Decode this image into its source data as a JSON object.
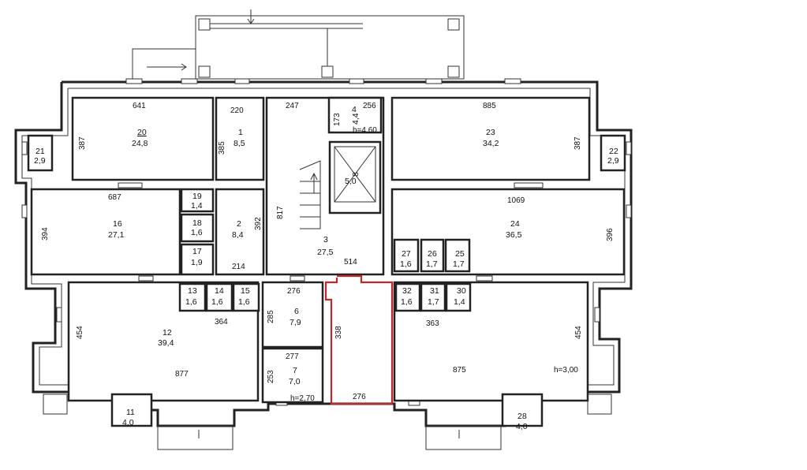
{
  "rooms": [
    {
      "id": "20",
      "area": "24,8",
      "w": "641",
      "h": "387"
    },
    {
      "id": "1",
      "area": "8,5",
      "w": "220",
      "h": "385"
    },
    {
      "id": "3",
      "area": "27,5",
      "w": "247",
      "h": "817",
      "w2": "514",
      "h2": "392",
      "w3": "214"
    },
    {
      "id": "4",
      "area": "4,4",
      "w": "256",
      "h": "173",
      "height": "h=4,60"
    },
    {
      "id": "8",
      "area": "5,0"
    },
    {
      "id": "23",
      "area": "34,2",
      "w": "885",
      "h": "387"
    },
    {
      "id": "21",
      "area": "2,9"
    },
    {
      "id": "22",
      "area": "2,9"
    },
    {
      "id": "16",
      "area": "27,1",
      "w": "687",
      "h": "394"
    },
    {
      "id": "19",
      "area": "1,4"
    },
    {
      "id": "18",
      "area": "1,6"
    },
    {
      "id": "17",
      "area": "1,9"
    },
    {
      "id": "2",
      "area": "8,4"
    },
    {
      "id": "24",
      "area": "36,5",
      "w": "1069",
      "h": "396"
    },
    {
      "id": "27",
      "area": "1,6"
    },
    {
      "id": "26",
      "area": "1,7"
    },
    {
      "id": "25",
      "area": "1,7"
    },
    {
      "id": "13",
      "area": "1,6"
    },
    {
      "id": "14",
      "area": "1,6"
    },
    {
      "id": "15",
      "area": "1,6"
    },
    {
      "id": "12",
      "area": "39,4",
      "w": "877",
      "h": "454",
      "w2": "364"
    },
    {
      "id": "6",
      "area": "7,9",
      "w": "276",
      "h": "285"
    },
    {
      "id": "7",
      "area": "7,0",
      "w": "277",
      "h": "253",
      "height": "h=2,70"
    },
    {
      "id": "32",
      "area": "1,6"
    },
    {
      "id": "31",
      "area": "1,7"
    },
    {
      "id": "30",
      "area": "1,4"
    },
    {
      "id": "highlight",
      "w": "276",
      "h": "338"
    },
    {
      "id": "right-low",
      "w": "875",
      "h": "454",
      "w2": "363",
      "height": "h=3,00"
    },
    {
      "id": "11",
      "area": "4,0"
    },
    {
      "id": "28",
      "area": "4,0"
    }
  ],
  "colors": {
    "wall": "#222222",
    "highlight": "#c0282d",
    "background": "#ffffff"
  }
}
